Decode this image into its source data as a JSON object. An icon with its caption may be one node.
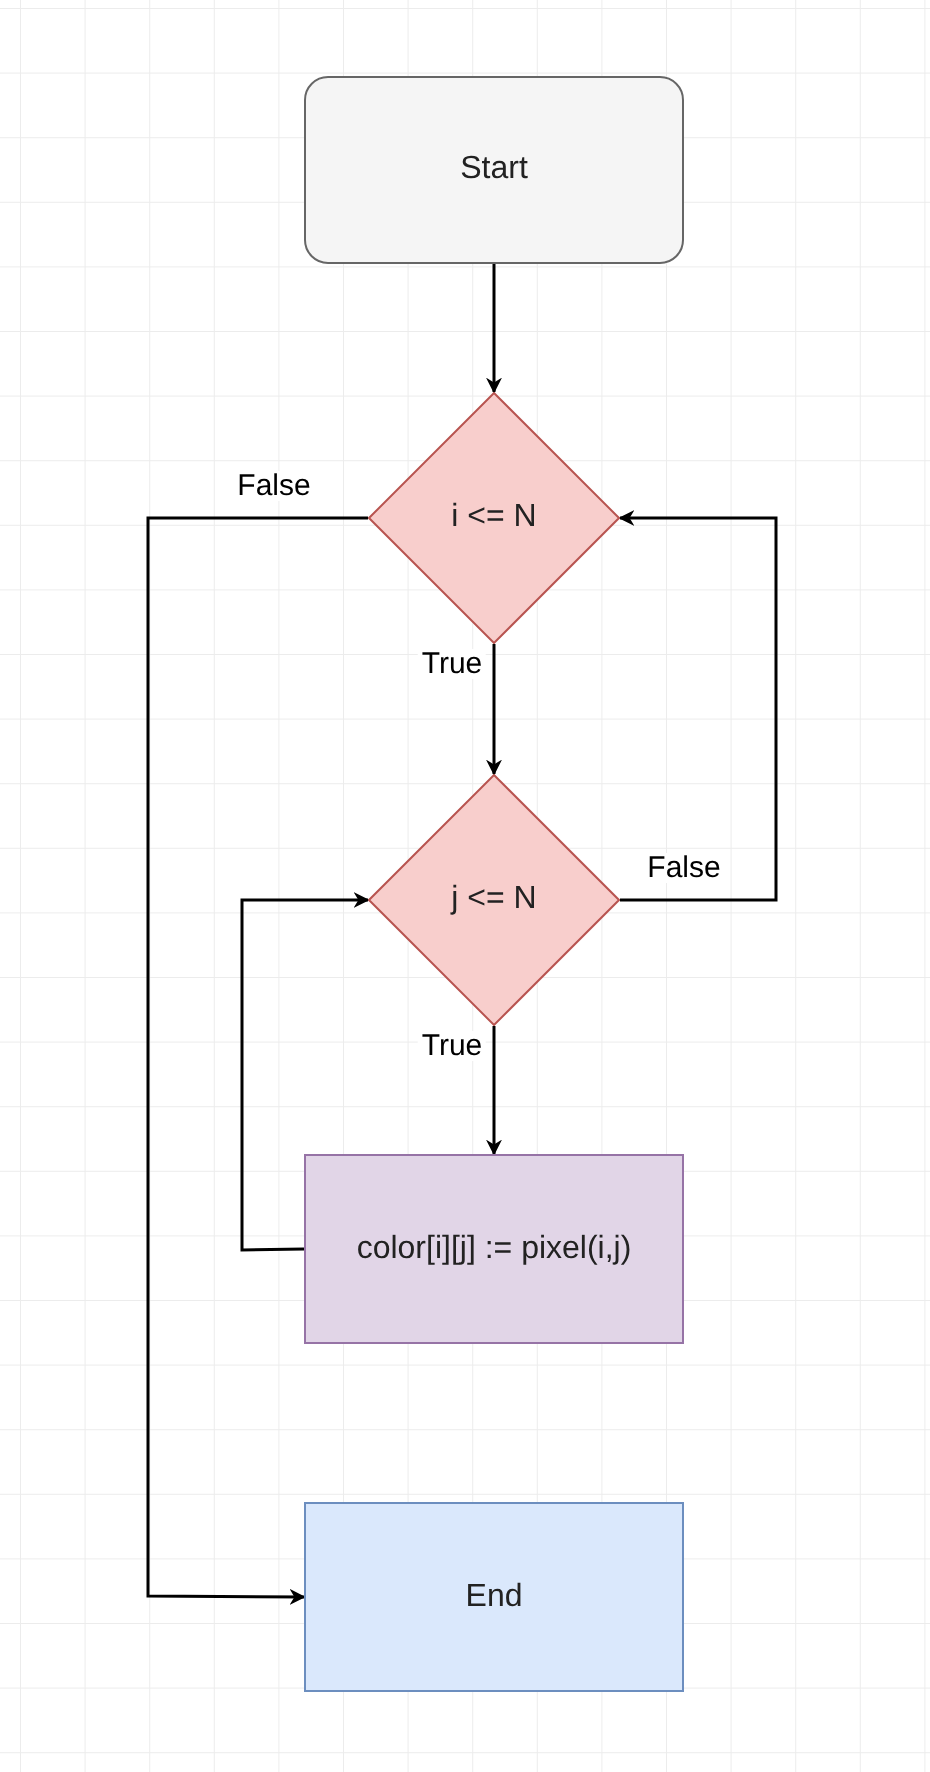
{
  "diagram": {
    "nodes": [
      {
        "text": [
          "Start"
        ]
      },
      {
        "text": [
          "i <= N"
        ]
      },
      {
        "text": [
          "j <= N"
        ]
      },
      {
        "text": [
          "color[i][j] := pixel(i,j)"
        ]
      },
      {
        "text": [
          "End"
        ]
      }
    ],
    "edges": [
      {
        "from": 0,
        "to": 1,
        "arrow": "to"
      },
      {
        "from": 1,
        "to": 2,
        "arrow": "to",
        "label": "True"
      },
      {
        "from": 2,
        "to": 3,
        "arrow": "to",
        "label": "True"
      },
      {
        "from": 3,
        "to": 2,
        "arrow": "to"
      },
      {
        "from": 2,
        "to": 1,
        "arrow": "to",
        "label": "False"
      },
      {
        "from": 1,
        "to": 4,
        "arrow": "to",
        "label": "False"
      }
    ]
  }
}
